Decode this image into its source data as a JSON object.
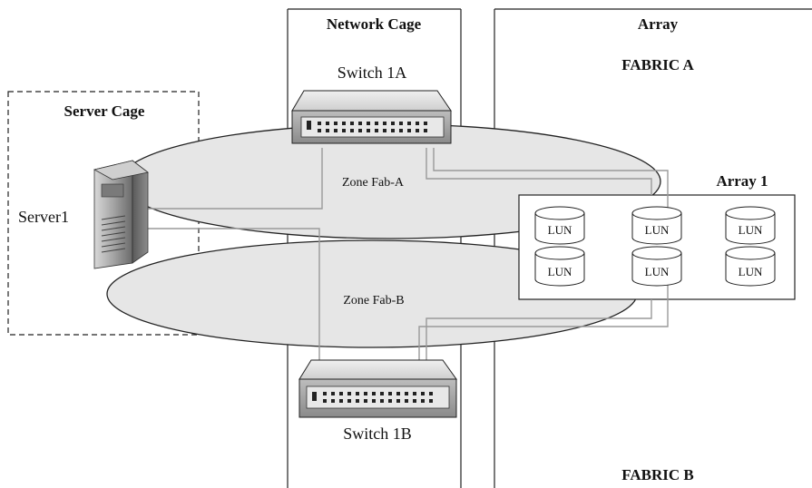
{
  "cages": {
    "server_cage": "Server Cage",
    "network_cage": "Network Cage",
    "array": "Array"
  },
  "fabrics": {
    "fabric_a": "FABRIC A",
    "fabric_b": "FABRIC B"
  },
  "switches": {
    "switch_1a": "Switch 1A",
    "switch_1b": "Switch 1B"
  },
  "server": {
    "label": "Server1"
  },
  "zones": {
    "zone_a": "Zone Fab-A",
    "zone_b": "Zone Fab-B"
  },
  "storage": {
    "array_label": "Array 1",
    "luns": [
      "LUN",
      "LUN",
      "LUN",
      "LUN",
      "LUN",
      "LUN"
    ]
  },
  "colors": {
    "zone_fill": "#e6e6e6",
    "cable": "#9a9a9a",
    "outline": "#222222"
  }
}
